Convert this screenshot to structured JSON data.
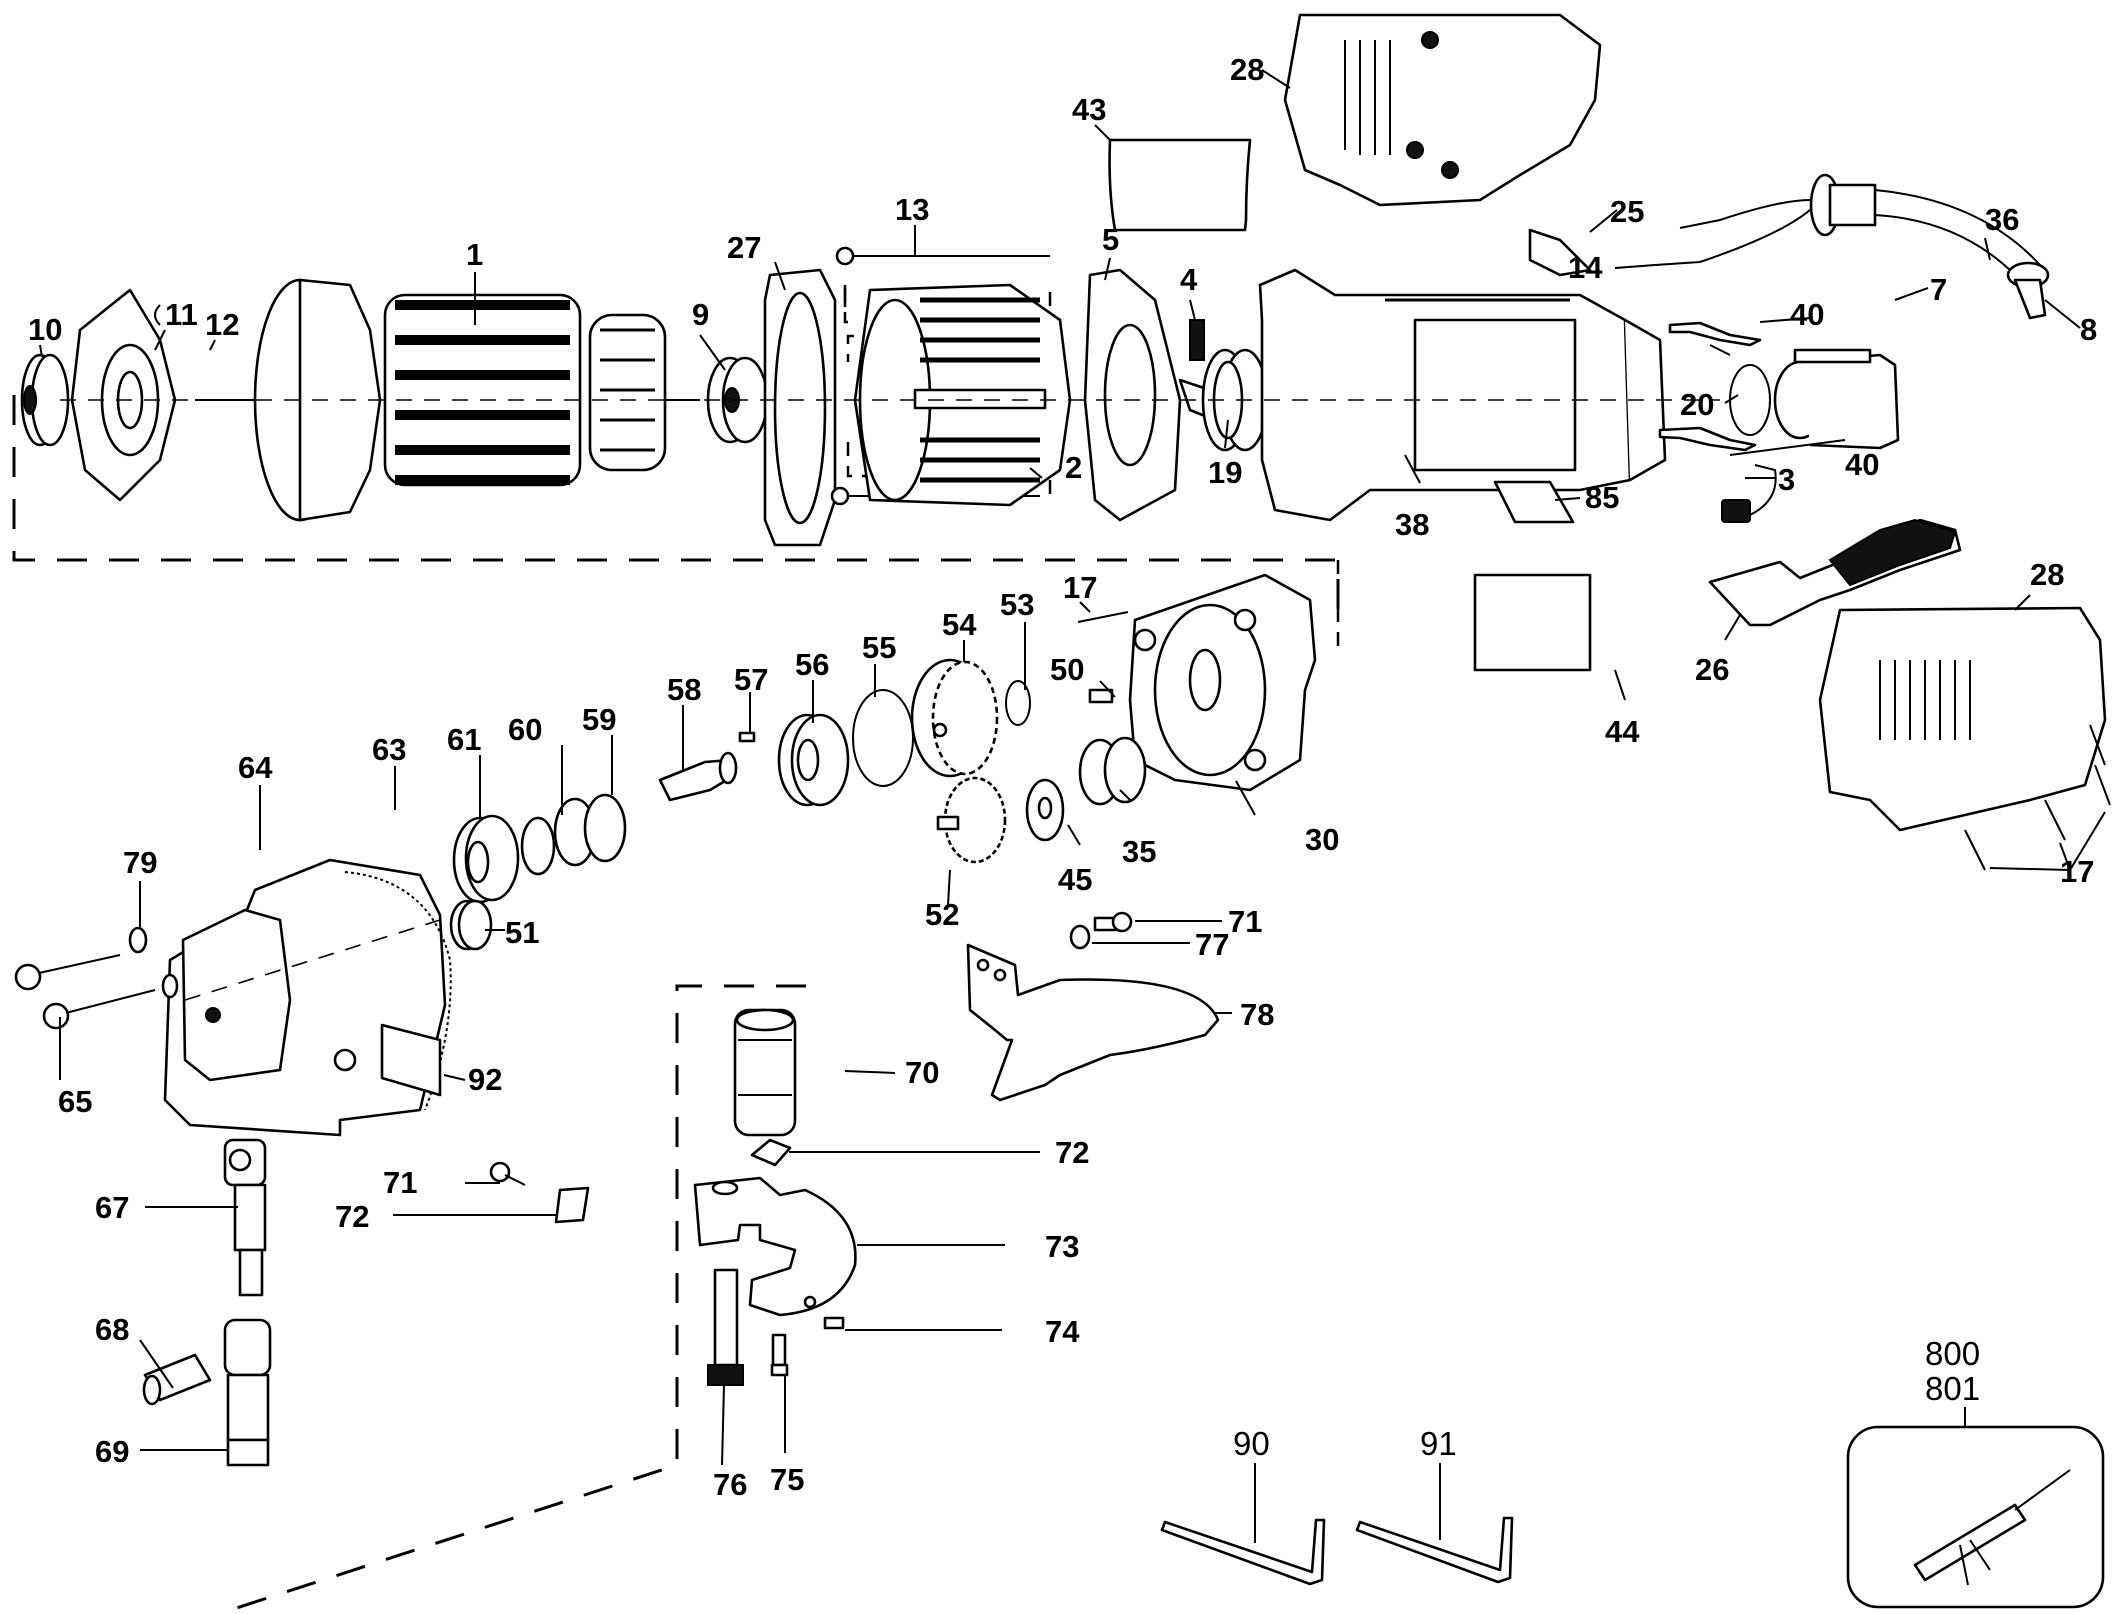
{
  "diagram": {
    "kind": "exploded-parts-diagram",
    "subject": "power shear / nibbler assembly",
    "colors": {
      "ink": "#000000",
      "paper": "#ffffff"
    },
    "callouts": [
      {
        "id": "1",
        "label": "1"
      },
      {
        "id": "2",
        "label": "2"
      },
      {
        "id": "3",
        "label": "3"
      },
      {
        "id": "4",
        "label": "4"
      },
      {
        "id": "5",
        "label": "5"
      },
      {
        "id": "7",
        "label": "7"
      },
      {
        "id": "8",
        "label": "8"
      },
      {
        "id": "9",
        "label": "9"
      },
      {
        "id": "10",
        "label": "10"
      },
      {
        "id": "11",
        "label": "11"
      },
      {
        "id": "12",
        "label": "12"
      },
      {
        "id": "13",
        "label": "13"
      },
      {
        "id": "14",
        "label": "14"
      },
      {
        "id": "17a",
        "label": "17"
      },
      {
        "id": "17b",
        "label": "17"
      },
      {
        "id": "19",
        "label": "19"
      },
      {
        "id": "20",
        "label": "20"
      },
      {
        "id": "25",
        "label": "25"
      },
      {
        "id": "26",
        "label": "26"
      },
      {
        "id": "27",
        "label": "27"
      },
      {
        "id": "28a",
        "label": "28"
      },
      {
        "id": "28b",
        "label": "28"
      },
      {
        "id": "30",
        "label": "30"
      },
      {
        "id": "35",
        "label": "35"
      },
      {
        "id": "36",
        "label": "36"
      },
      {
        "id": "38",
        "label": "38"
      },
      {
        "id": "40a",
        "label": "40"
      },
      {
        "id": "40b",
        "label": "40"
      },
      {
        "id": "43",
        "label": "43"
      },
      {
        "id": "44",
        "label": "44"
      },
      {
        "id": "45",
        "label": "45"
      },
      {
        "id": "50",
        "label": "50"
      },
      {
        "id": "51",
        "label": "51"
      },
      {
        "id": "52",
        "label": "52"
      },
      {
        "id": "53",
        "label": "53"
      },
      {
        "id": "54",
        "label": "54"
      },
      {
        "id": "55",
        "label": "55"
      },
      {
        "id": "56",
        "label": "56"
      },
      {
        "id": "57",
        "label": "57"
      },
      {
        "id": "58",
        "label": "58"
      },
      {
        "id": "59",
        "label": "59"
      },
      {
        "id": "60",
        "label": "60"
      },
      {
        "id": "61",
        "label": "61"
      },
      {
        "id": "63",
        "label": "63"
      },
      {
        "id": "64",
        "label": "64"
      },
      {
        "id": "65",
        "label": "65"
      },
      {
        "id": "67",
        "label": "67"
      },
      {
        "id": "68",
        "label": "68"
      },
      {
        "id": "69",
        "label": "69"
      },
      {
        "id": "70",
        "label": "70"
      },
      {
        "id": "71a",
        "label": "71"
      },
      {
        "id": "71b",
        "label": "71"
      },
      {
        "id": "72a",
        "label": "72"
      },
      {
        "id": "72b",
        "label": "72"
      },
      {
        "id": "73",
        "label": "73"
      },
      {
        "id": "74",
        "label": "74"
      },
      {
        "id": "75",
        "label": "75"
      },
      {
        "id": "76",
        "label": "76"
      },
      {
        "id": "77",
        "label": "77"
      },
      {
        "id": "78",
        "label": "78"
      },
      {
        "id": "79",
        "label": "79"
      },
      {
        "id": "85",
        "label": "85"
      },
      {
        "id": "90",
        "label": "90"
      },
      {
        "id": "91",
        "label": "91"
      },
      {
        "id": "92",
        "label": "92"
      },
      {
        "id": "800",
        "label": "800"
      },
      {
        "id": "801",
        "label": "801"
      }
    ]
  }
}
